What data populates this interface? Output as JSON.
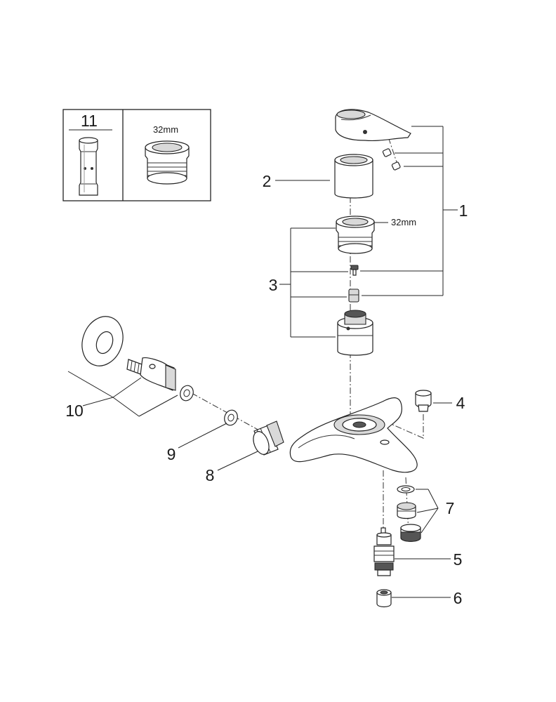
{
  "callouts": {
    "c1": "1",
    "c2": "2",
    "c3": "3",
    "c4": "4",
    "c5": "5",
    "c6": "6",
    "c7": "7",
    "c8": "8",
    "c9": "9",
    "c10": "10",
    "c11": "11"
  },
  "dimensions": {
    "inset_nut": "32mm",
    "cartridge_nut": "32mm"
  },
  "colors": {
    "line": "#222222",
    "shade": "#d9d9d9",
    "background": "#ffffff"
  }
}
